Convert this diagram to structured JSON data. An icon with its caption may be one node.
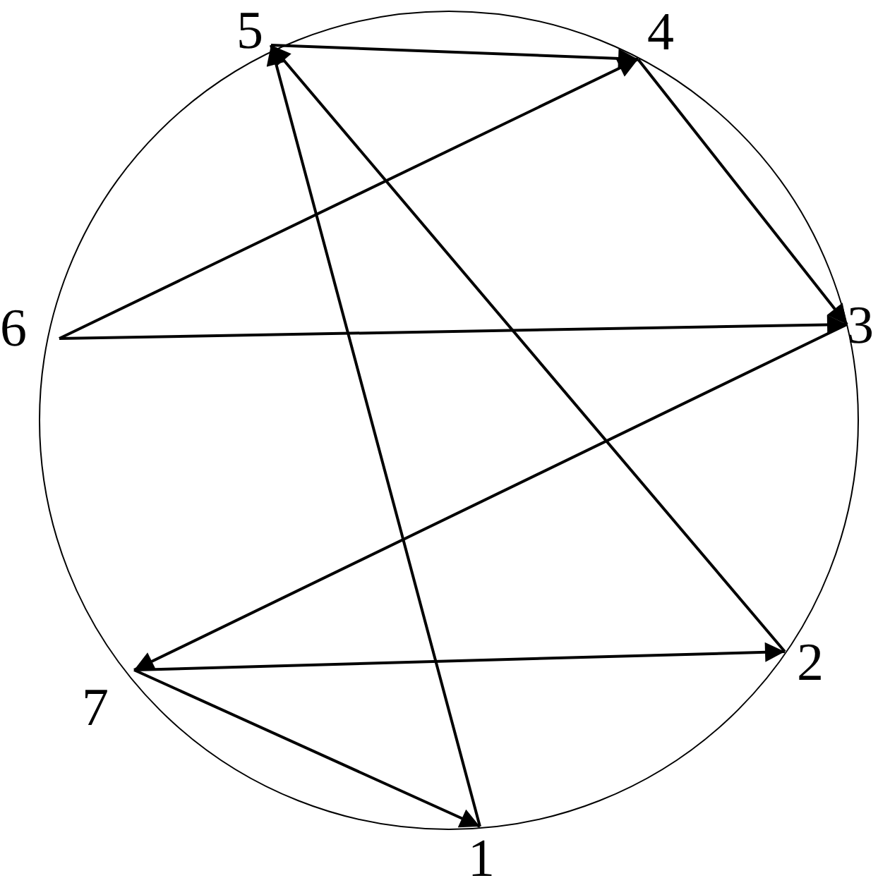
{
  "diagram": {
    "nodes": [
      {
        "text": [
          "1"
        ]
      },
      {
        "text": [
          "2"
        ]
      },
      {
        "text": [
          "3"
        ]
      },
      {
        "text": [
          "4"
        ]
      },
      {
        "text": [
          "5"
        ]
      },
      {
        "text": [
          "6"
        ]
      },
      {
        "text": [
          "7"
        ]
      }
    ],
    "edges": [
      {
        "from": 4,
        "to": 3,
        "arrow": "to"
      },
      {
        "from": 3,
        "to": 2,
        "arrow": "to"
      },
      {
        "from": 2,
        "to": 6,
        "arrow": "to"
      },
      {
        "from": 6,
        "to": 0,
        "arrow": "to"
      },
      {
        "from": 1,
        "to": 4,
        "arrow": "to"
      },
      {
        "from": 0,
        "to": 4,
        "arrow": "to"
      },
      {
        "from": 5,
        "to": 3,
        "arrow": "to"
      },
      {
        "from": 5,
        "to": 2,
        "arrow": "to"
      },
      {
        "from": 6,
        "to": 1,
        "arrow": "to"
      }
    ]
  }
}
